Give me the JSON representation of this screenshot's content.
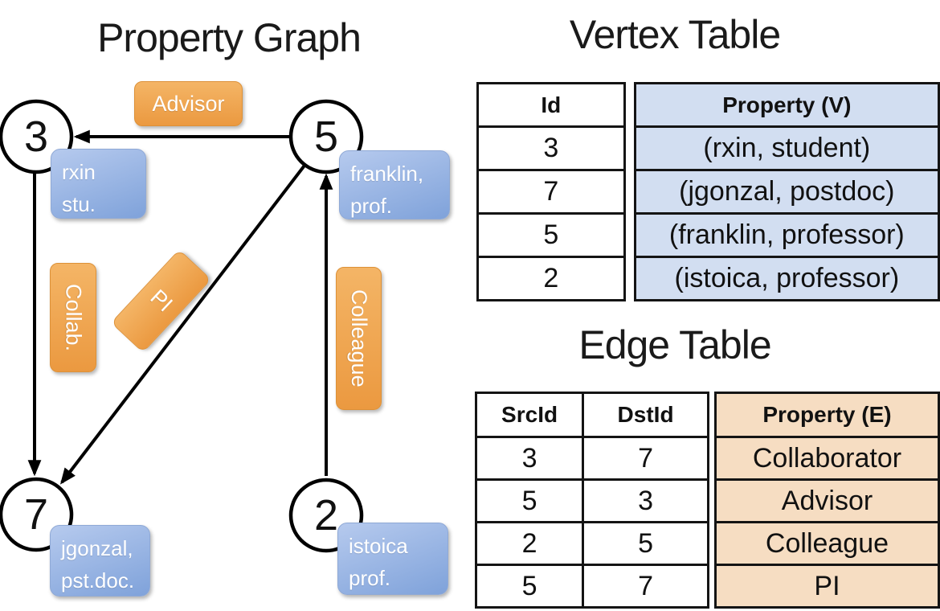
{
  "titles": {
    "graph": "Property Graph",
    "vertex_table": "Vertex Table",
    "edge_table": "Edge Table"
  },
  "colors": {
    "edge_label_fill": "#eb9940",
    "vertex_label_fill": "#8fabdd",
    "vertex_property_cell_fill": "#d2def1",
    "edge_property_cell_fill": "#f6ddc2",
    "line_color": "#000000"
  },
  "graph": {
    "nodes": {
      "n3": {
        "id": "3",
        "prop_line1": "rxin",
        "prop_line2": "stu."
      },
      "n5": {
        "id": "5",
        "prop_line1": "franklin,",
        "prop_line2": "prof."
      },
      "n7": {
        "id": "7",
        "prop_line1": "jgonzal,",
        "prop_line2": "pst.doc."
      },
      "n2": {
        "id": "2",
        "prop_line1": "istoica",
        "prop_line2": "prof."
      }
    },
    "edges": [
      {
        "from": "5",
        "to": "3",
        "label": "Advisor"
      },
      {
        "from": "3",
        "to": "7",
        "label": "Collab."
      },
      {
        "from": "5",
        "to": "7",
        "label": "PI"
      },
      {
        "from": "2",
        "to": "5",
        "label": "Colleague"
      }
    ]
  },
  "vertex_table": {
    "headers": [
      "Id",
      "Property (V)"
    ],
    "rows": [
      [
        "3",
        "(rxin, student)"
      ],
      [
        "7",
        "(jgonzal, postdoc)"
      ],
      [
        "5",
        "(franklin, professor)"
      ],
      [
        "2",
        "(istoica, professor)"
      ]
    ]
  },
  "edge_table": {
    "headers": [
      "SrcId",
      "DstId",
      "Property (E)"
    ],
    "rows": [
      [
        "3",
        "7",
        "Collaborator"
      ],
      [
        "5",
        "3",
        "Advisor"
      ],
      [
        "2",
        "5",
        "Colleague"
      ],
      [
        "5",
        "7",
        "PI"
      ]
    ]
  }
}
